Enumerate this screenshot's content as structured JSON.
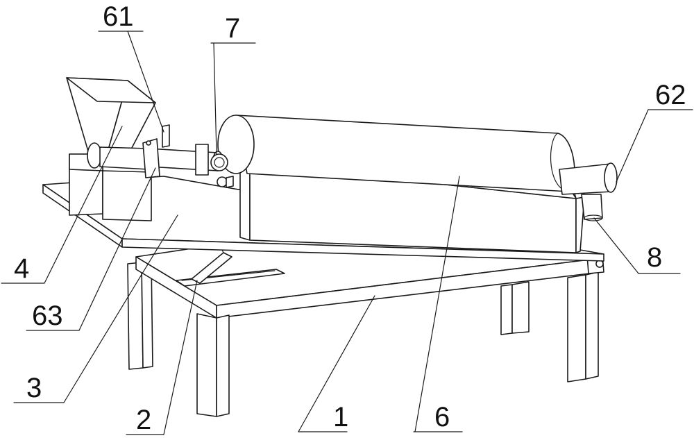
{
  "labels": {
    "l1": "1",
    "l2": "2",
    "l3": "3",
    "l4": "4",
    "l6": "6",
    "l7": "7",
    "l8": "8",
    "l61": "61",
    "l62": "62",
    "l63": "63"
  }
}
